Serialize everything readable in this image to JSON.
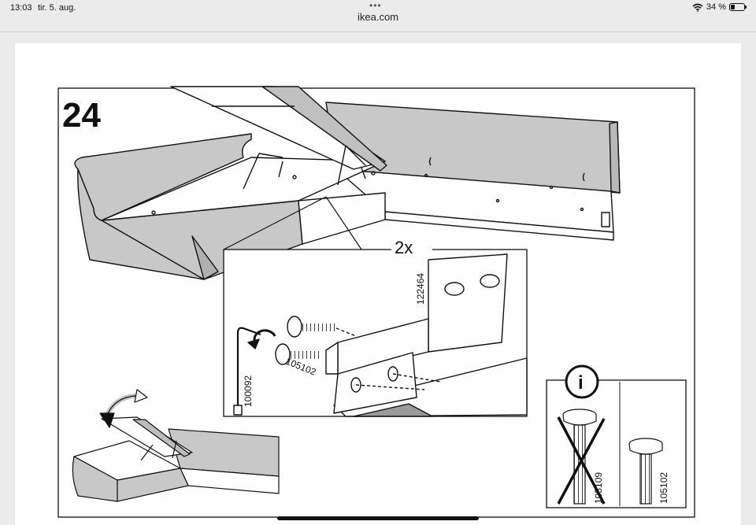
{
  "status": {
    "time": "13:03",
    "date": "tir. 5. aug.",
    "battery": "34 %",
    "battery_level": 0.34
  },
  "browser": {
    "url": "ikea.com",
    "menu_dots": "•••"
  },
  "instruction": {
    "step_number": "24",
    "multiplier": "2x",
    "part_bracket": "122464",
    "part_bolt": "105102",
    "part_allen_key": "100092",
    "info_symbol": "i",
    "info_wrong_part": "105109",
    "info_right_part": "105102"
  }
}
